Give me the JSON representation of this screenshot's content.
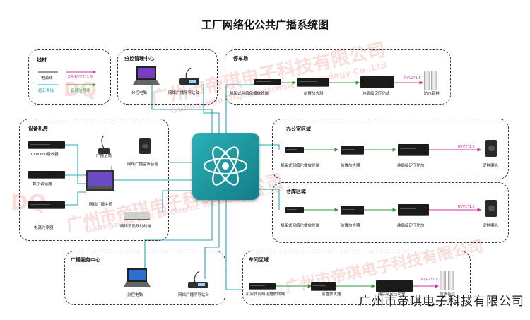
{
  "title": "工厂网络化公共广播系统图",
  "company": "广州市帝琪电子科技有限公司",
  "watermark": {
    "cn": "广州市帝琪电子科技有限公司",
    "en": "Guangzhou DiQi Electronic Technology Co.,Ltd",
    "logo": "DQ"
  },
  "legend": {
    "title": "线材",
    "items": [
      {
        "label": "电源线",
        "color": "#333333"
      },
      {
        "label": "ZR-RVV2*1.5",
        "color": "#d0349a"
      },
      {
        "label": "超五类线",
        "color": "#2aa8b8"
      },
      {
        "label": "音频信号线",
        "color": "#2e9a3a"
      }
    ]
  },
  "groups": {
    "fenkong": {
      "title": "分控管理中心",
      "devices": [
        "分控电脑",
        "网络广播寻呼站台"
      ]
    },
    "jifang": {
      "title": "设备机房",
      "devices": [
        "CD/DVD播放器",
        "数字调谐器",
        "电源时序器",
        "广播话筒",
        "网络广播监听音箱",
        "网络广播主机",
        "网络消防联动终端"
      ]
    },
    "fuwu": {
      "title": "广播服务中心",
      "devices": [
        "分控电脑",
        "网络广播寻呼站台"
      ]
    },
    "tingche": {
      "title": "停车场",
      "devices": [
        "机架式网络化播放终端",
        "前置放大器",
        "纯后级定压功放",
        "防水音柱"
      ],
      "cable": "RVV2*1.5"
    },
    "bangong": {
      "title": "办公室区域",
      "devices": [
        "机架式网络化播放终端",
        "前置放大器",
        "纯后级定压功放",
        "壁挂喇叭"
      ],
      "cable": "RVV2*1.5"
    },
    "cangku": {
      "title": "仓库区域",
      "devices": [
        "机架式网络化播放终端",
        "前置放大器",
        "纯后级定压功放",
        "壁挂喇叭"
      ],
      "cable": "RVV2*1.5"
    },
    "chejian": {
      "title": "车间区域",
      "devices": [
        "机架式网络化播放终端",
        "前置放大器",
        "纯后级定压功放",
        "防水音柱"
      ],
      "cable": "RVV2*1.5"
    }
  },
  "colors": {
    "network": "#2aa8b8",
    "audio": "#2e9a3a",
    "speaker_cable": "#d0349a",
    "hub": "#1f98a0"
  }
}
